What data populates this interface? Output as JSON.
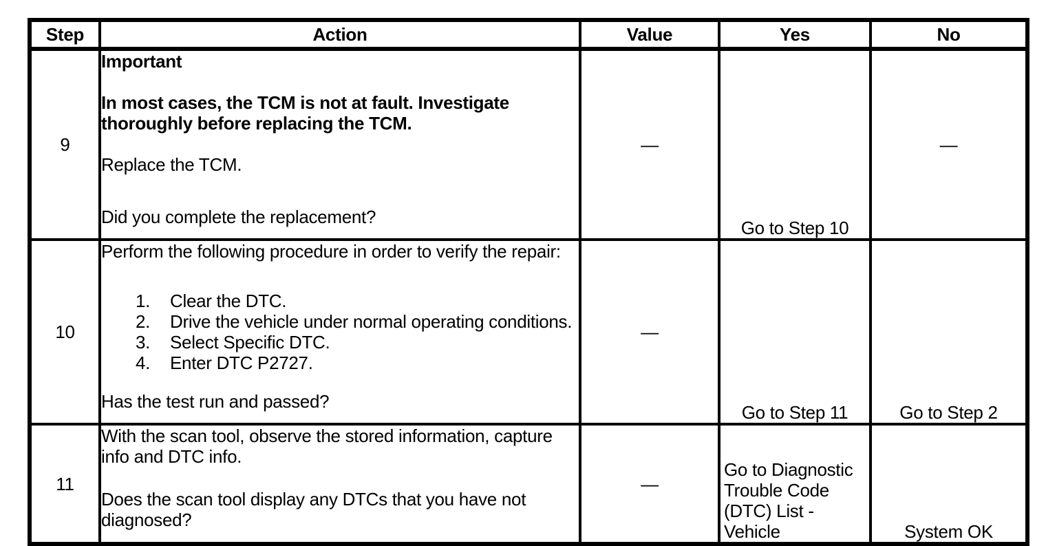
{
  "table": {
    "headers": {
      "step": "Step",
      "action": "Action",
      "value": "Value",
      "yes": "Yes",
      "no": "No"
    },
    "rows": [
      {
        "step": "9",
        "action": {
          "important_label": "Important",
          "notice": "In most cases, the TCM is not at fault. Investigate thoroughly before replacing the TCM.",
          "instruction": "Replace the TCM.",
          "question": "Did you complete the replacement?"
        },
        "value": "—",
        "yes": "Go to Step 10",
        "no": "—"
      },
      {
        "step": "10",
        "action": {
          "intro": "Perform the following procedure in order to verify the repair:",
          "list": [
            {
              "num": "1.",
              "text": "Clear the DTC."
            },
            {
              "num": "2.",
              "text": "Drive the vehicle under normal operating conditions."
            },
            {
              "num": "3.",
              "text": "Select Specific DTC."
            },
            {
              "num": "4.",
              "text": "Enter DTC P2727."
            }
          ],
          "question": "Has the test run and passed?"
        },
        "value": "—",
        "yes": "Go to Step 11",
        "no": "Go to Step 2"
      },
      {
        "step": "11",
        "action": {
          "observation": "With the scan tool, observe the stored information, capture info and DTC info.",
          "question": "Does the scan tool display any DTCs that you have not diagnosed?"
        },
        "value": "—",
        "yes": "Go to Diagnostic Trouble Code (DTC) List - Vehicle",
        "no": "System OK"
      }
    ]
  }
}
